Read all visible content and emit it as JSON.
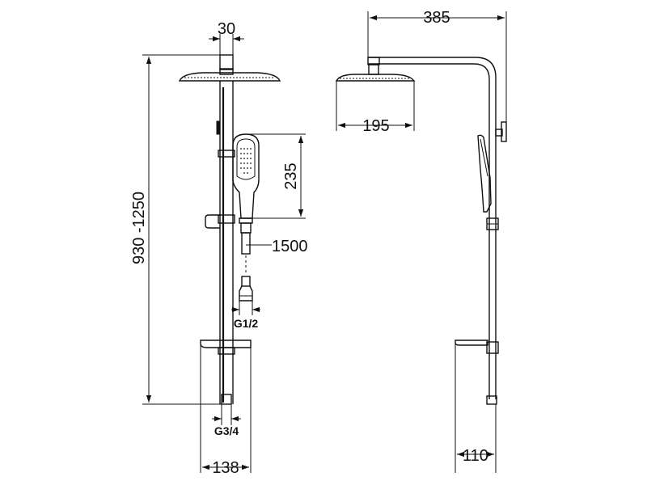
{
  "dimensions": {
    "pipe_diameter": "30",
    "height_range": "930 -1250",
    "hand_shower_length": "235",
    "hose_length": "1500",
    "hose_thread": "G1/2",
    "inlet_thread": "G3/4",
    "shelf_width": "138",
    "arm_reach": "385",
    "head_diameter": "195",
    "wall_offset": "110"
  },
  "colors": {
    "line": "#111111",
    "background": "#ffffff"
  }
}
